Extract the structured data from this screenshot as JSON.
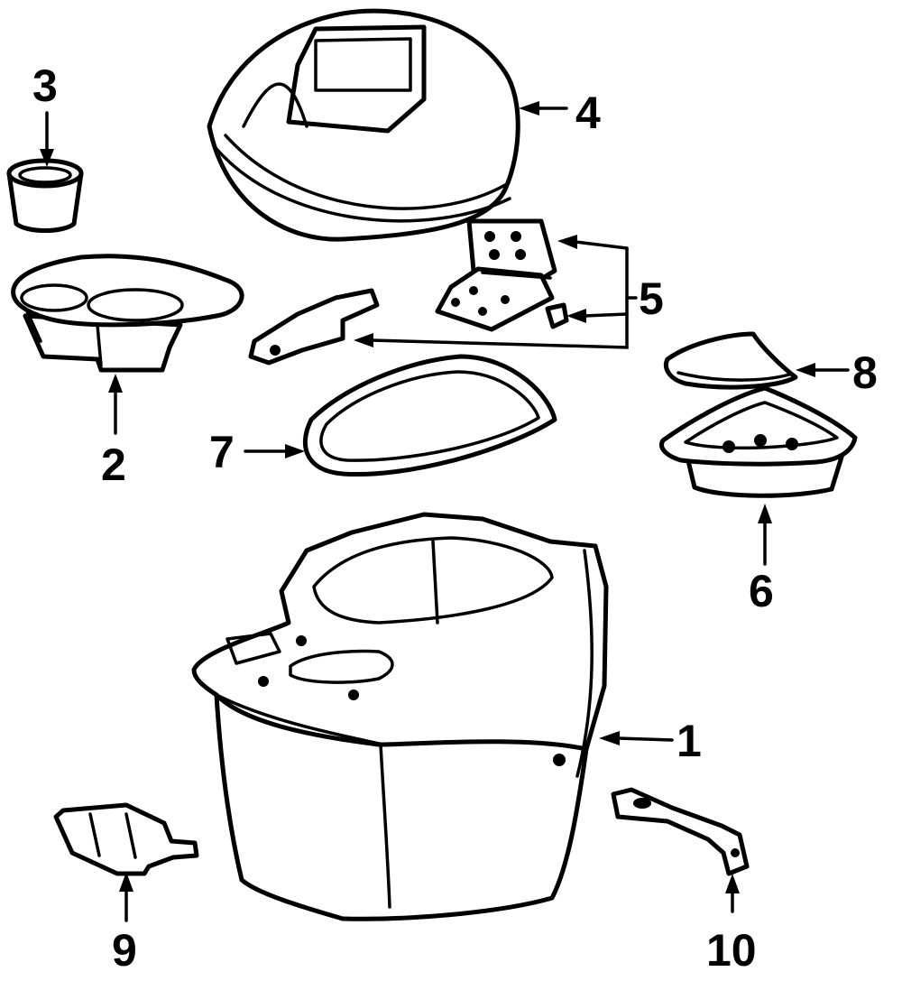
{
  "diagram": {
    "callouts": [
      {
        "id": "1",
        "label": "1",
        "part": "console-body"
      },
      {
        "id": "2",
        "label": "2",
        "part": "cup-holder-tray"
      },
      {
        "id": "3",
        "label": "3",
        "part": "cup-insert"
      },
      {
        "id": "4",
        "label": "4",
        "part": "armrest-lid"
      },
      {
        "id": "5",
        "label": "5",
        "part": "hinge-latch-set"
      },
      {
        "id": "6",
        "label": "6",
        "part": "storage-tray"
      },
      {
        "id": "7",
        "label": "7",
        "part": "lid-seal-mat"
      },
      {
        "id": "8",
        "label": "8",
        "part": "tray-lid"
      },
      {
        "id": "9",
        "label": "9",
        "part": "bracket-clip"
      },
      {
        "id": "10",
        "label": "10",
        "part": "mounting-bracket"
      }
    ],
    "colors": {
      "ink": "#000000",
      "paper": "#ffffff"
    }
  }
}
